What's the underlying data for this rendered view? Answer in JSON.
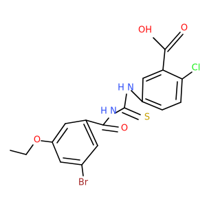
{
  "molecule": {
    "atoms": {
      "oh": {
        "label": "OH",
        "color": "#ff0d0d"
      },
      "o1": {
        "label": "O",
        "color": "#ff0d0d"
      },
      "cl": {
        "label": "Cl",
        "color": "#1ff01f"
      },
      "nh1": {
        "label": "H N",
        "color": "#3050f8"
      },
      "nh2": {
        "label": "H N",
        "color": "#3050f8"
      },
      "s": {
        "label": "S",
        "color": "#c8a000"
      },
      "o2": {
        "label": "O",
        "color": "#ff0d0d"
      },
      "o3": {
        "label": "O",
        "color": "#ff0d0d"
      },
      "br": {
        "label": "Br",
        "color": "#a62929"
      }
    }
  }
}
